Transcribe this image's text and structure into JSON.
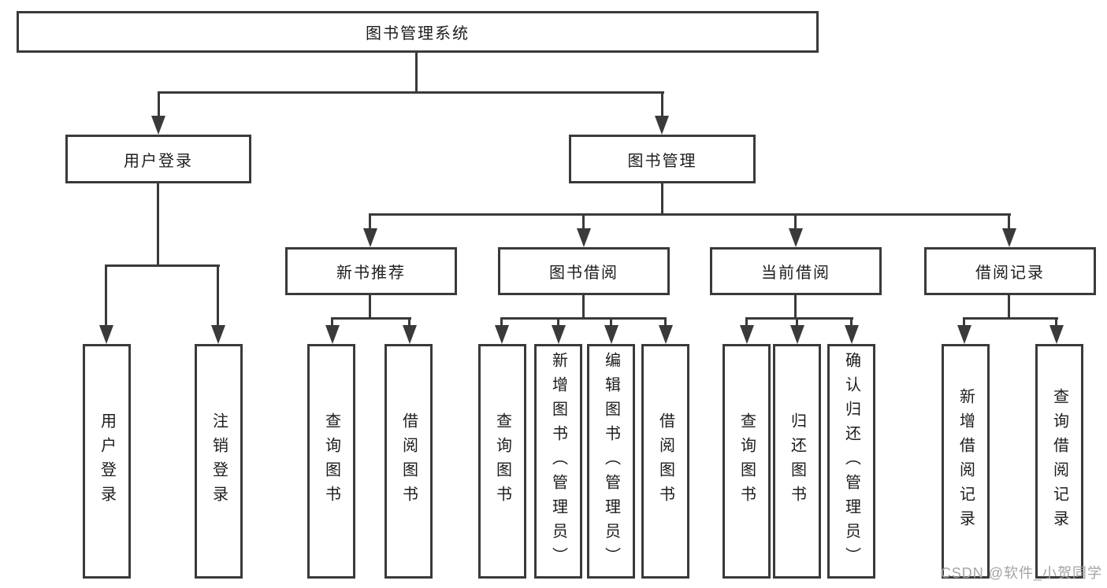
{
  "diagram_type": "tree-structure-chart",
  "tree": {
    "root": {
      "label": "图书管理系统",
      "children": [
        {
          "label": "用户登录",
          "children": [
            {
              "label": "用户登录"
            },
            {
              "label": "注销登录"
            }
          ]
        },
        {
          "label": "图书管理",
          "children": [
            {
              "label": "新书推荐",
              "children": [
                {
                  "label": "查询图书"
                },
                {
                  "label": "借阅图书"
                }
              ]
            },
            {
              "label": "图书借阅",
              "children": [
                {
                  "label": "查询图书"
                },
                {
                  "label": "新增图书（管理员）"
                },
                {
                  "label": "编辑图书（管理员）"
                },
                {
                  "label": "借阅图书"
                }
              ]
            },
            {
              "label": "当前借阅",
              "children": [
                {
                  "label": "查询图书"
                },
                {
                  "label": "归还图书"
                },
                {
                  "label": "确认归还（管理员）"
                }
              ]
            },
            {
              "label": "借阅记录",
              "children": [
                {
                  "label": "新增借阅记录"
                },
                {
                  "label": "查询借阅记录"
                }
              ]
            }
          ]
        }
      ]
    }
  },
  "watermark": "CSDN @软件_小贺同学",
  "colors": {
    "line": "#3a3a3a",
    "text": "#1c1c1c",
    "background": "#ffffff",
    "watermark": "#a3a3a3"
  }
}
